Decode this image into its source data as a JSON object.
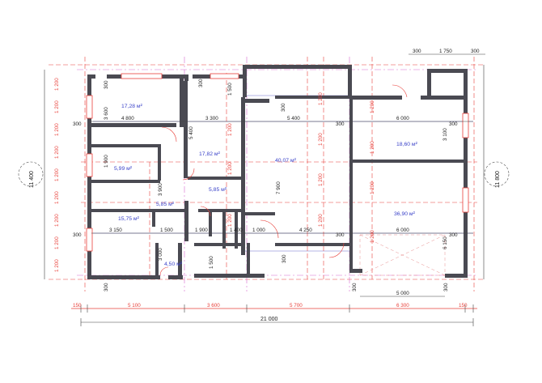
{
  "rooms": [
    {
      "area": "17,28 м²"
    },
    {
      "area": "17,82 м²"
    },
    {
      "area": "40,07 м²"
    },
    {
      "area": "18,60 м²"
    },
    {
      "area": "5,99 м²"
    },
    {
      "area": "5,85 м²"
    },
    {
      "area": "5,85 м²"
    },
    {
      "area": "15,75 м²"
    },
    {
      "area": "36,90 м²"
    },
    {
      "area": "4,50 м²"
    }
  ],
  "bottom_dims": [
    "150",
    "5 100",
    "3 600",
    "5 700",
    "6 300",
    "150"
  ],
  "total_width": "21 000",
  "left_total": "11 400",
  "right_total": "11 800",
  "top_dims": [
    "300",
    "1 750",
    "300"
  ],
  "interior_dims": [
    "4 800",
    "3 300",
    "5 400",
    "6 000",
    "3 150",
    "1 500",
    "1 900",
    "1 400",
    "1 000",
    "4 250",
    "6 000",
    "5 000",
    "3 600",
    "5 400",
    "1 900",
    "3 900",
    "3 000",
    "7 900",
    "3 100",
    "6 150",
    "1 500",
    "1 500"
  ],
  "module": "1 200",
  "wall": "300"
}
